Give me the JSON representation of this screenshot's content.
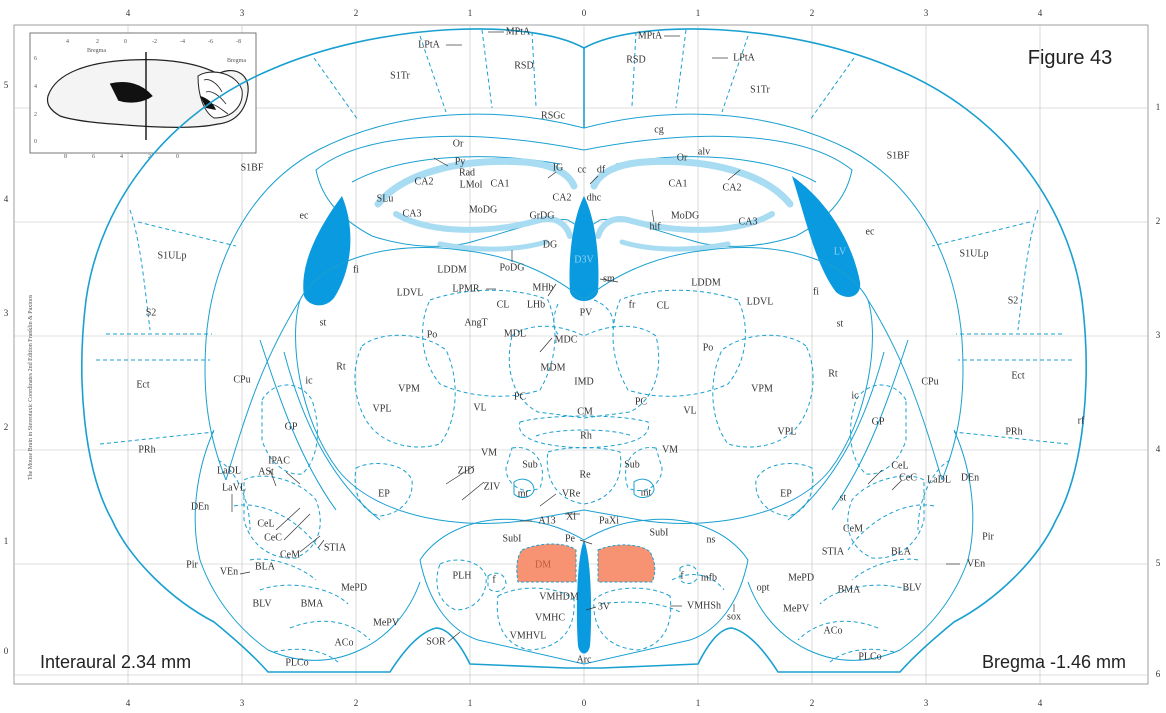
{
  "figure_title": "Figure 43",
  "interaural": "Interaural 2.34 mm",
  "bregma": "Bregma -1.46 mm",
  "side_credit": "The Mouse Brain in Stereotaxic Coordinates 2nd Edition  Franklin & Paxinos",
  "axis": {
    "top": [
      "4",
      "3",
      "2",
      "1",
      "0",
      "1",
      "2",
      "3",
      "4"
    ],
    "bottom": [
      "4",
      "3",
      "2",
      "1",
      "0",
      "1",
      "2",
      "3",
      "4"
    ],
    "left": [
      "5",
      "4",
      "3",
      "2",
      "1",
      "0"
    ],
    "right": [
      "1",
      "2",
      "3",
      "4",
      "5",
      "6"
    ]
  },
  "inset": {
    "top_ticks": [
      "4",
      "2",
      "0",
      "-2",
      "-4",
      "-6",
      "-8"
    ],
    "bottom_ticks": [
      "8",
      "6",
      "4",
      "2",
      "0"
    ],
    "left_ticks": [
      "6",
      "4",
      "2",
      "0"
    ],
    "label_bregma": "Bregma",
    "label_lambda": "Bregma"
  },
  "colors": {
    "outline": "#1aa0d0",
    "ventricle": "#0a9ae0",
    "hippocampus_layer": "#a8dcf2",
    "highlight_dm": "#f79273",
    "grid": "#bfbfbf"
  },
  "regions": [
    {
      "id": "MPtA-l",
      "text": "MPtA"
    },
    {
      "id": "MPtA-r",
      "text": "MPtA"
    },
    {
      "id": "LPtA-l",
      "text": "LPtA"
    },
    {
      "id": "LPtA-r",
      "text": "LPtA"
    },
    {
      "id": "RSD-l",
      "text": "RSD"
    },
    {
      "id": "RSD-r",
      "text": "RSD"
    },
    {
      "id": "S1Tr-l",
      "text": "S1Tr"
    },
    {
      "id": "S1Tr-r",
      "text": "S1Tr"
    },
    {
      "id": "RSGc",
      "text": "RSGc"
    },
    {
      "id": "cg",
      "text": "cg"
    },
    {
      "id": "S1BF-l",
      "text": "S1BF"
    },
    {
      "id": "S1BF-r",
      "text": "S1BF"
    },
    {
      "id": "Or-l",
      "text": "Or"
    },
    {
      "id": "Or-r",
      "text": "Or"
    },
    {
      "id": "Py",
      "text": "Py"
    },
    {
      "id": "Rad",
      "text": "Rad"
    },
    {
      "id": "LMol",
      "text": "LMol"
    },
    {
      "id": "CA1-l",
      "text": "CA1"
    },
    {
      "id": "CA1-r",
      "text": "CA1"
    },
    {
      "id": "CA2-l",
      "text": "CA2"
    },
    {
      "id": "CA2-r",
      "text": "CA2"
    },
    {
      "id": "CA2-m",
      "text": "CA2"
    },
    {
      "id": "CA3-l",
      "text": "CA3"
    },
    {
      "id": "CA3-r",
      "text": "CA3"
    },
    {
      "id": "SLu",
      "text": "SLu"
    },
    {
      "id": "IG",
      "text": "IG"
    },
    {
      "id": "cc",
      "text": "cc"
    },
    {
      "id": "df",
      "text": "df"
    },
    {
      "id": "alv",
      "text": "alv"
    },
    {
      "id": "dhc",
      "text": "dhc"
    },
    {
      "id": "MoDG-l",
      "text": "MoDG"
    },
    {
      "id": "MoDG-r",
      "text": "MoDG"
    },
    {
      "id": "GrDG",
      "text": "GrDG"
    },
    {
      "id": "hif",
      "text": "hif"
    },
    {
      "id": "DG",
      "text": "DG"
    },
    {
      "id": "PoDG",
      "text": "PoDG"
    },
    {
      "id": "D3V",
      "text": "D3V"
    },
    {
      "id": "sm",
      "text": "sm"
    },
    {
      "id": "ec-l",
      "text": "ec"
    },
    {
      "id": "ec-r",
      "text": "ec"
    },
    {
      "id": "LV",
      "text": "LV"
    },
    {
      "id": "S1ULp-l",
      "text": "S1ULp"
    },
    {
      "id": "S1ULp-r",
      "text": "S1ULp"
    },
    {
      "id": "fi-l",
      "text": "fi"
    },
    {
      "id": "fi-r",
      "text": "fi"
    },
    {
      "id": "LDDM-l",
      "text": "LDDM"
    },
    {
      "id": "LDDM-r",
      "text": "LDDM"
    },
    {
      "id": "LPMR",
      "text": "LPMR"
    },
    {
      "id": "MHb",
      "text": "MHb"
    },
    {
      "id": "LHb",
      "text": "LHb"
    },
    {
      "id": "CL-l",
      "text": "CL"
    },
    {
      "id": "CL-r",
      "text": "CL"
    },
    {
      "id": "LDVL-l",
      "text": "LDVL"
    },
    {
      "id": "LDVL-r",
      "text": "LDVL"
    },
    {
      "id": "fr",
      "text": "fr"
    },
    {
      "id": "PV",
      "text": "PV"
    },
    {
      "id": "S2-l",
      "text": "S2"
    },
    {
      "id": "S2-r",
      "text": "S2"
    },
    {
      "id": "st-l",
      "text": "st"
    },
    {
      "id": "st-r",
      "text": "st"
    },
    {
      "id": "AngT",
      "text": "AngT"
    },
    {
      "id": "MDL",
      "text": "MDL"
    },
    {
      "id": "MDC",
      "text": "MDC"
    },
    {
      "id": "Po-l",
      "text": "Po"
    },
    {
      "id": "Po-r",
      "text": "Po"
    },
    {
      "id": "MDM",
      "text": "MDM"
    },
    {
      "id": "Rt-l",
      "text": "Rt"
    },
    {
      "id": "Rt-r",
      "text": "Rt"
    },
    {
      "id": "Ect-l",
      "text": "Ect"
    },
    {
      "id": "Ect-r",
      "text": "Ect"
    },
    {
      "id": "CPu-l",
      "text": "CPu"
    },
    {
      "id": "CPu-r",
      "text": "CPu"
    },
    {
      "id": "ic-l",
      "text": "ic"
    },
    {
      "id": "ic-r",
      "text": "ic"
    },
    {
      "id": "VPM-l",
      "text": "VPM"
    },
    {
      "id": "VPM-r",
      "text": "VPM"
    },
    {
      "id": "IMD",
      "text": "IMD"
    },
    {
      "id": "VPL-l",
      "text": "VPL"
    },
    {
      "id": "VPL-r",
      "text": "VPL"
    },
    {
      "id": "VL-l",
      "text": "VL"
    },
    {
      "id": "VL-r",
      "text": "VL"
    },
    {
      "id": "PC-l",
      "text": "PC"
    },
    {
      "id": "PC-r",
      "text": "PC"
    },
    {
      "id": "CM",
      "text": "CM"
    },
    {
      "id": "rf",
      "text": "rf"
    },
    {
      "id": "PRh-l",
      "text": "PRh"
    },
    {
      "id": "PRh-r",
      "text": "PRh"
    },
    {
      "id": "GP-l",
      "text": "GP"
    },
    {
      "id": "GP-r",
      "text": "GP"
    },
    {
      "id": "Rh",
      "text": "Rh"
    },
    {
      "id": "VM-l",
      "text": "VM"
    },
    {
      "id": "VM-r",
      "text": "VM"
    },
    {
      "id": "IPAC",
      "text": "IPAC"
    },
    {
      "id": "ASt",
      "text": "ASt"
    },
    {
      "id": "LaDL-l",
      "text": "LaDL"
    },
    {
      "id": "LaDL-r",
      "text": "LaDL"
    },
    {
      "id": "ZID",
      "text": "ZID"
    },
    {
      "id": "Sub-l",
      "text": "Sub"
    },
    {
      "id": "Sub-r",
      "text": "Sub"
    },
    {
      "id": "Re",
      "text": "Re"
    },
    {
      "id": "CeL-r",
      "text": "CeL"
    },
    {
      "id": "CeC-r",
      "text": "CeC"
    },
    {
      "id": "DEn-r",
      "text": "DEn"
    },
    {
      "id": "LaVL",
      "text": "LaVL"
    },
    {
      "id": "ZIV",
      "text": "ZIV"
    },
    {
      "id": "EP-l",
      "text": "EP"
    },
    {
      "id": "EP-r",
      "text": "EP"
    },
    {
      "id": "mt-l",
      "text": "mt"
    },
    {
      "id": "mt-r",
      "text": "mt"
    },
    {
      "id": "VRe",
      "text": "VRe"
    },
    {
      "id": "st-amy",
      "text": "st"
    },
    {
      "id": "DEn-l",
      "text": "DEn"
    },
    {
      "id": "A13",
      "text": "A13"
    },
    {
      "id": "Xi",
      "text": "Xi"
    },
    {
      "id": "PaXi",
      "text": "PaXi"
    },
    {
      "id": "CeL-l",
      "text": "CeL"
    },
    {
      "id": "CeM-r",
      "text": "CeM"
    },
    {
      "id": "CeC-l",
      "text": "CeC"
    },
    {
      "id": "SubI-l",
      "text": "SubI"
    },
    {
      "id": "SubI-r",
      "text": "SubI"
    },
    {
      "id": "STIA-l",
      "text": "STIA"
    },
    {
      "id": "STIA-r",
      "text": "STIA"
    },
    {
      "id": "Pe",
      "text": "Pe"
    },
    {
      "id": "ns",
      "text": "ns"
    },
    {
      "id": "Pir-l",
      "text": "Pir"
    },
    {
      "id": "Pir-r",
      "text": "Pir"
    },
    {
      "id": "CeM-l",
      "text": "CeM"
    },
    {
      "id": "BLA-l",
      "text": "BLA"
    },
    {
      "id": "BLA-r",
      "text": "BLA"
    },
    {
      "id": "VEn-l",
      "text": "VEn"
    },
    {
      "id": "VEn-r",
      "text": "VEn"
    },
    {
      "id": "DM",
      "text": "DM"
    },
    {
      "id": "PLH",
      "text": "PLH"
    },
    {
      "id": "f-l",
      "text": "f"
    },
    {
      "id": "f-r",
      "text": "f"
    },
    {
      "id": "mfb",
      "text": "mfb"
    },
    {
      "id": "opt",
      "text": "opt"
    },
    {
      "id": "MePD-l",
      "text": "MePD"
    },
    {
      "id": "MePD-r",
      "text": "MePD"
    },
    {
      "id": "BLV-l",
      "text": "BLV"
    },
    {
      "id": "BLV-r",
      "text": "BLV"
    },
    {
      "id": "BMA-l",
      "text": "BMA"
    },
    {
      "id": "BMA-r",
      "text": "BMA"
    },
    {
      "id": "VMHDM",
      "text": "VMHDM"
    },
    {
      "id": "3V",
      "text": "3V"
    },
    {
      "id": "VMHSh",
      "text": "VMHSh"
    },
    {
      "id": "sox",
      "text": "sox"
    },
    {
      "id": "VMHC",
      "text": "VMHC"
    },
    {
      "id": "MePV-l",
      "text": "MePV"
    },
    {
      "id": "MePV-r",
      "text": "MePV"
    },
    {
      "id": "SOR",
      "text": "SOR"
    },
    {
      "id": "ACo-l",
      "text": "ACo"
    },
    {
      "id": "ACo-r",
      "text": "ACo"
    },
    {
      "id": "VMHVL",
      "text": "VMHVL"
    },
    {
      "id": "PLCo-l",
      "text": "PLCo"
    },
    {
      "id": "PLCo-r",
      "text": "PLCo"
    },
    {
      "id": "Arc",
      "text": "Arc"
    }
  ]
}
